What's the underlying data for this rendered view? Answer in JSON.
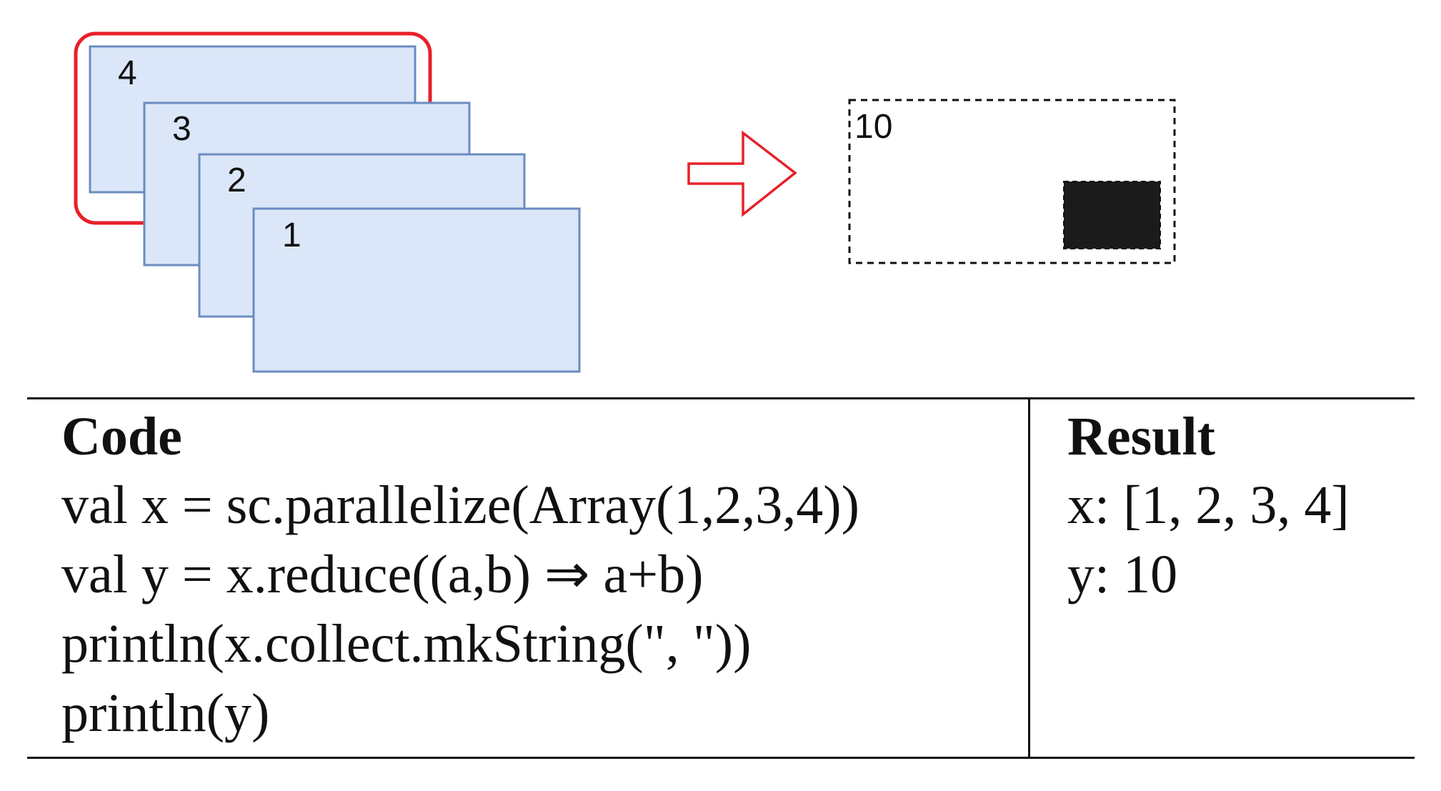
{
  "partitions": [
    {
      "label": "4"
    },
    {
      "label": "3"
    },
    {
      "label": "2"
    },
    {
      "label": "1"
    }
  ],
  "result_box": {
    "label": "10"
  },
  "table": {
    "code_header": "Code",
    "result_header": "Result",
    "code_lines": [
      "val x = sc.parallelize(Array(1,2,3,4))",
      "val y = x.reduce((a,b) ⇒ a+b)",
      "println(x.collect.mkString(\", \"))",
      "println(y)"
    ],
    "result_lines": [
      "x: [1, 2, 3, 4]",
      "y: 10"
    ]
  },
  "colors": {
    "card_fill": "#dbe7f8",
    "card_stroke": "#6b8cc0",
    "highlight": "#e8202a",
    "arrow": "#e8202a",
    "block": "#1b1b1b"
  }
}
